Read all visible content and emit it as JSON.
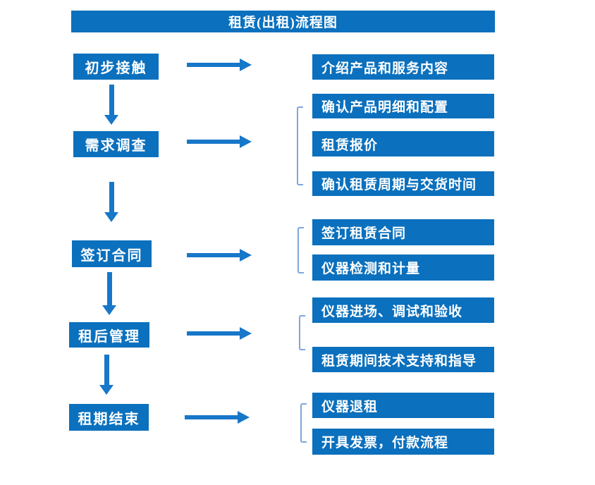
{
  "title": "租赁(出租)流程图",
  "colors": {
    "box_blue": "#0b70bd",
    "arrow_blue": "#1777c9",
    "bracket_blue": "#7fa7d9",
    "text": "#ffffff"
  },
  "steps": [
    {
      "label": "初步接触",
      "details": [
        "介绍产品和服务内容"
      ]
    },
    {
      "label": "需求调查",
      "details": [
        "确认产品明细和配置",
        "租赁报价",
        "确认租赁周期与交货时间"
      ]
    },
    {
      "label": "签订合同",
      "details": [
        "签订租赁合同",
        "仪器检测和计量"
      ]
    },
    {
      "label": "租后管理",
      "details": [
        "仪器进场、调试和验收",
        "租赁期间技术支持和指导"
      ]
    },
    {
      "label": "租期结束",
      "details": [
        "仪器退租",
        "开具发票，付款流程"
      ]
    }
  ]
}
